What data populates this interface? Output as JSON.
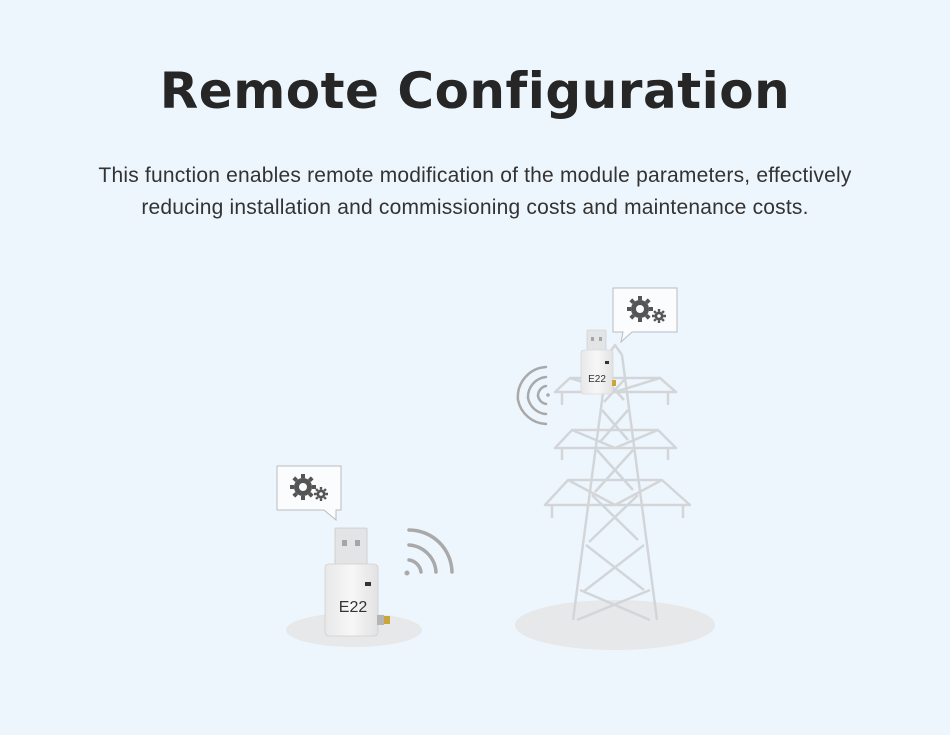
{
  "title": "Remote Configuration",
  "description": {
    "line1": "This function enables remote modification of the module parameters, effectively",
    "line2": "reducing installation and commissioning costs and maintenance costs."
  },
  "devices": {
    "ground_module_label": "E22",
    "tower_module_label": "E22"
  },
  "icons": {
    "settings": "gears-icon",
    "signal": "wireless-signal-icon",
    "tower": "power-transmission-tower"
  },
  "colors": {
    "background": "#eef6fd",
    "title": "#262626",
    "text": "#333333",
    "gear": "#555555",
    "signal": "#a9a9a9",
    "tower": "#d3d6d9",
    "antenna": "#c9a53a"
  }
}
